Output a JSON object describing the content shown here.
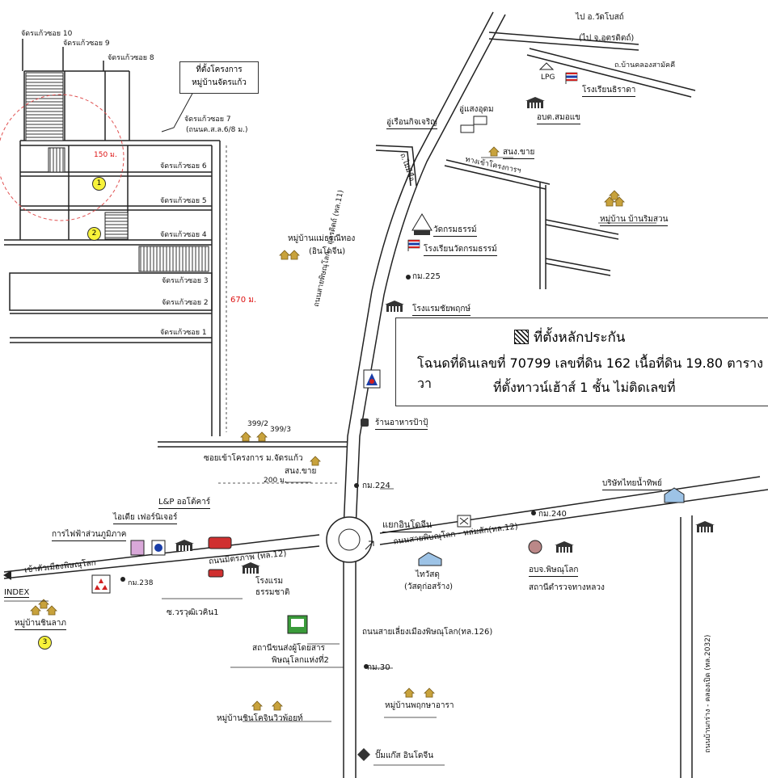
{
  "labels": {
    "soi10": "จัดรแก้วซอย 10",
    "soi9": "จัดรแก้วซอย 9",
    "soi8": "จัดรแก้วซอย 8",
    "soi7": "จัดรแก้วซอย 7",
    "soi7_road": "(ถนนค.ส.ล.6/8 ม.)",
    "soi6": "จัดรแก้วซอย 6",
    "soi5": "จัดรแก้วซอย 5",
    "soi4": "จัดรแก้วซอย 4",
    "soi3": "จัดรแก้วซอย 3",
    "soi2": "จัดรแก้วซอย 2",
    "soi1": "จัดรแก้วซอย 1",
    "radius": "150 ม.",
    "dist670": "670 ม.",
    "dist200": "200 ม.",
    "callout_line1": "ที่ตั้งโครงการ",
    "callout_line2": "หมู่บ้านจัดรแก้ว",
    "to_watbot": "ไป อ.วัดโบสถ์",
    "to_uttaradit": "(ไป จ.อุตรดิตถ์)",
    "to_bankhlong": "ถ.บ้านคลองสามัคคี",
    "lpg": "LPG",
    "school_sirithara": "โรงเรียนธิราดา",
    "uchumpu": "อู่แสงอุดม",
    "aorborto": "อบต.สมอแข",
    "uruan": "อู่เรือนกิจเจริญ",
    "sonong1": "สนง.ขาย",
    "to_project": "ทางเข้าโครงการฯ",
    "rim_suan": "หมู่บ้าน บ้านริมสวน",
    "wat_kron": "วัดกรมธรรม์",
    "school_wat": "โรงเรียนวัดกรมธรรม์",
    "mae_village": "หมู่บ้านแม่ธรณีทอง",
    "mae_village2": "(อินโดจีน)",
    "road_11": "ถนนสายพิษณุโลก - อุตรดิตถ์ (ทล.11)",
    "km225": "กม.225",
    "hotel_chai": "โรงแรมชัยพฤกษ์",
    "collateral_title": "ที่ตั้งหลักประกัน",
    "collateral_line2": "โฉนดที่ดินเลขที่ 70799 เลขที่ดิน 162 เนื้อที่ดิน 19.80 ตารางวา",
    "collateral_line3": "ที่ตั้งทาวน์เฮ้าส์ 1 ชั้น ไม่ติดเลขที่",
    "road_side": "ถ.ไม่มีชื่อ",
    "house399_2": "399/2",
    "house399_3": "399/3",
    "restaurant": "ร้านอาหารป้าปุ้",
    "project_road": "ซอยเข้าโครงการ ม.จัดรแก้ว",
    "sonong2": "สนง.ขาย",
    "km224": "กม.224",
    "lp_auto": "L&P ออโต้คาร์",
    "idea_furn": "ไอเดีย เฟอร์นิเจอร์",
    "pea": "การไฟฟ้าส่วนภูมิภาค",
    "junction": "แยกอินโดจีน",
    "km240": "กม.240",
    "road_lomsak": "ถนนสายพิษณุโลก - หล่มสัก(ทล.12)",
    "road_mittraphap": "ถนนมิตรภาพ (ทล.12)",
    "to_city": "เข้าตัวเมืองพิษณุโลก",
    "index": "INDEX",
    "km238": "กม.238",
    "hotel_dharma": "โรงแรม",
    "hotel_dharma2": "ธรรมชาติ",
    "soi_varu": "ซ.วรวุฒิเวคิน1",
    "thaiwat": "ไทวัสดุ",
    "thaiwat2": "(วัสดุก่อสร้าง)",
    "police": "อบจ.พิษณุโลก",
    "police2": "สถานีตำรวจทางหลวง",
    "thai_nam": "บริษัทไทยน้ำทิพย์",
    "road_2032": "ถนนบ้านกร่าง - คลองเปิด (ทล.2032)",
    "chin_lao": "หมู่บ้านชินลาภ",
    "bypass": "ถนนสายเลี่ยงเมืองพิษณุโลก(ทล.126)",
    "bus": "สถานีขนส่งผู้โดยสาร",
    "bus2": "พิษณุโลกแห่งที่2",
    "km30": "กม.30",
    "chinkok_view": "หมู่บ้านชินโคจินวิวพ้อยท์",
    "pruksa": "หมู่บ้านพฤกษาอารา",
    "pump": "ปั๊มแก๊ส อินโดจีน",
    "n1": "1",
    "n2": "2",
    "n3": "3"
  },
  "colors": {
    "road": "#222222",
    "radius_circle": "#e05050",
    "house_icon": "#c8a23c",
    "marker_yellow": "#f7f23a",
    "bus_green": "#3a9b3a",
    "car_red": "#d03030",
    "flag_blue": "#1a3ea8",
    "flag_red": "#d12020"
  },
  "icons": [
    "house-icon",
    "building-icon",
    "school-flag-icon",
    "temple-icon",
    "lpg-icon",
    "truck-icon",
    "bus-station-icon",
    "car-icon",
    "km-marker-icon",
    "gas-pump-icon",
    "north-arrow-icon",
    "police-icon"
  ]
}
